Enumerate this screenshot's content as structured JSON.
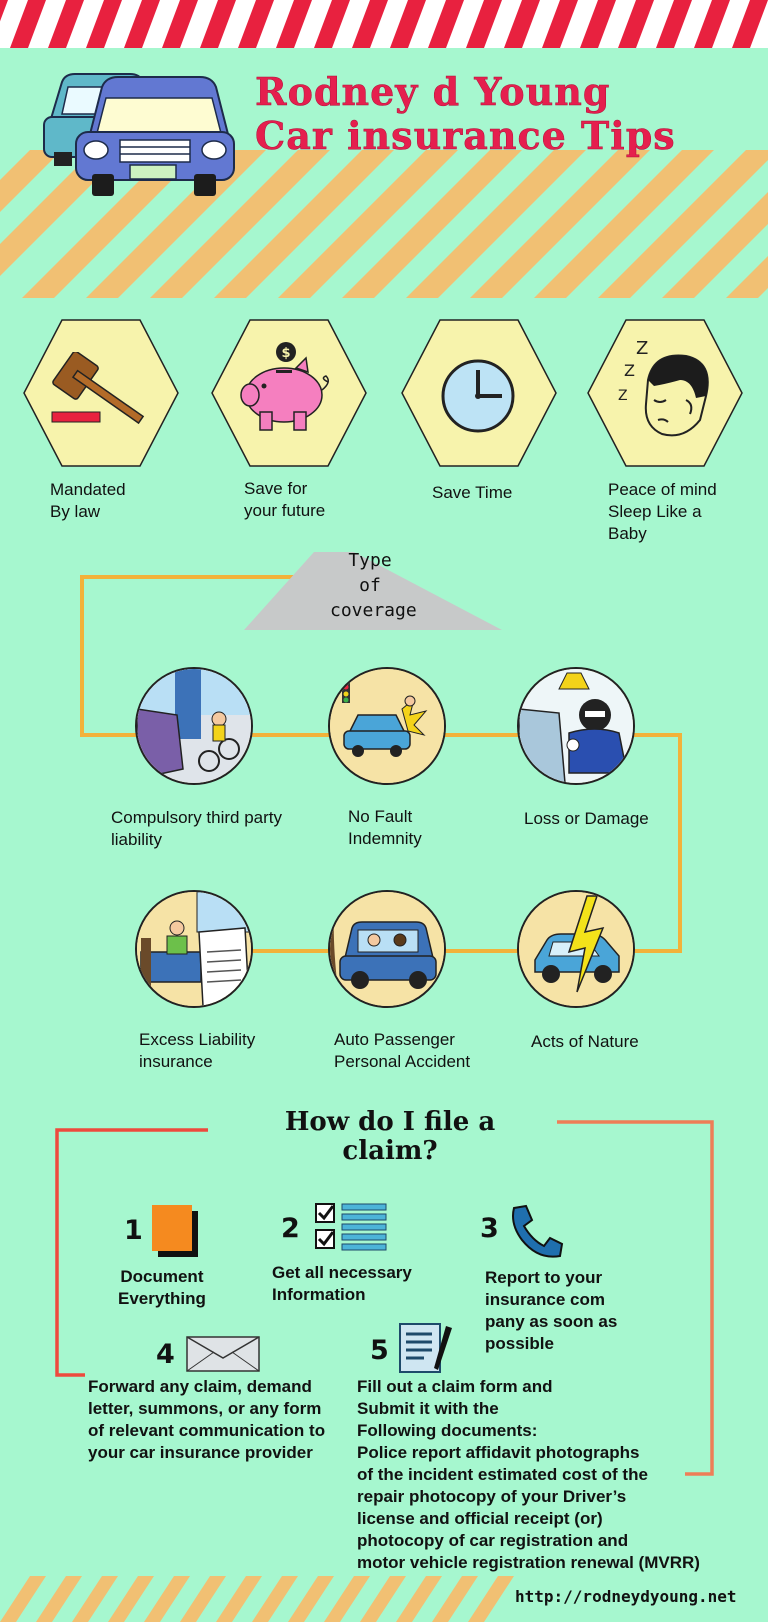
{
  "header": {
    "title_line1": "Rodney d Young",
    "title_line2": "Car insurance Tips"
  },
  "benefits": [
    {
      "icon": "gavel-icon",
      "label": "Mandated\n By law"
    },
    {
      "icon": "piggy-bank-icon",
      "label": "Save for\nyour future"
    },
    {
      "icon": "clock-icon",
      "label": "Save Time"
    },
    {
      "icon": "sleeping-face-icon",
      "label": "Peace of mind\n  Sleep Like a\n     Baby"
    }
  ],
  "coverage": {
    "heading": "Type\nof\ncoverage",
    "items": [
      {
        "icon": "accident-bicycle-icon",
        "label": "Compulsory third party\nliability"
      },
      {
        "icon": "car-crash-pedestrian-icon",
        "label": "No Fault\nIndemnity"
      },
      {
        "icon": "car-thief-icon",
        "label": "Loss or Damage"
      },
      {
        "icon": "hospital-bill-icon",
        "label": "Excess Liability\n     insurance"
      },
      {
        "icon": "car-passengers-icon",
        "label": "Auto Passenger\nPersonal Accident"
      },
      {
        "icon": "lightning-car-icon",
        "label": "Acts of Nature"
      }
    ]
  },
  "claim": {
    "heading": "How do I file a\nclaim?",
    "steps": [
      {
        "num": "1",
        "icon": "document-icon",
        "label": "Document\nEverything"
      },
      {
        "num": "2",
        "icon": "checklist-icon",
        "label": "Get all necessary\nInformation"
      },
      {
        "num": "3",
        "icon": "phone-icon",
        "label": "Report to your\ninsurance com\npany as soon as\n possible"
      },
      {
        "num": "4",
        "icon": "envelope-icon",
        "label": "Forward any claim, demand\nletter, summons, or any form\nof relevant communication to\nyour car insurance provider"
      },
      {
        "num": "5",
        "icon": "form-pen-icon",
        "label": "Fill out a claim form and\nSubmit it with the\nFollowing documents:\nPolice report affidavit photographs\nof the incident estimated cost of the\nrepair photocopy of your Driver’s\nlicense and official receipt (or)\nphotocopy of car registration and\nmotor vehicle registration renewal (MVRR)"
      }
    ]
  },
  "footer": {
    "url": "http://rodneydyoung.net"
  },
  "colors": {
    "background": "#a6f7cf",
    "stripe_red": "#e8213f",
    "stripe_orange": "#f1c073",
    "title_red": "#e51f4e",
    "hex_fill": "#f7f3ac",
    "circle_fill": "#f6e3a6",
    "orange_line": "#f2b23a",
    "claim_line_red": "#ed4a3d",
    "claim_line_orange": "#ee7e57"
  }
}
